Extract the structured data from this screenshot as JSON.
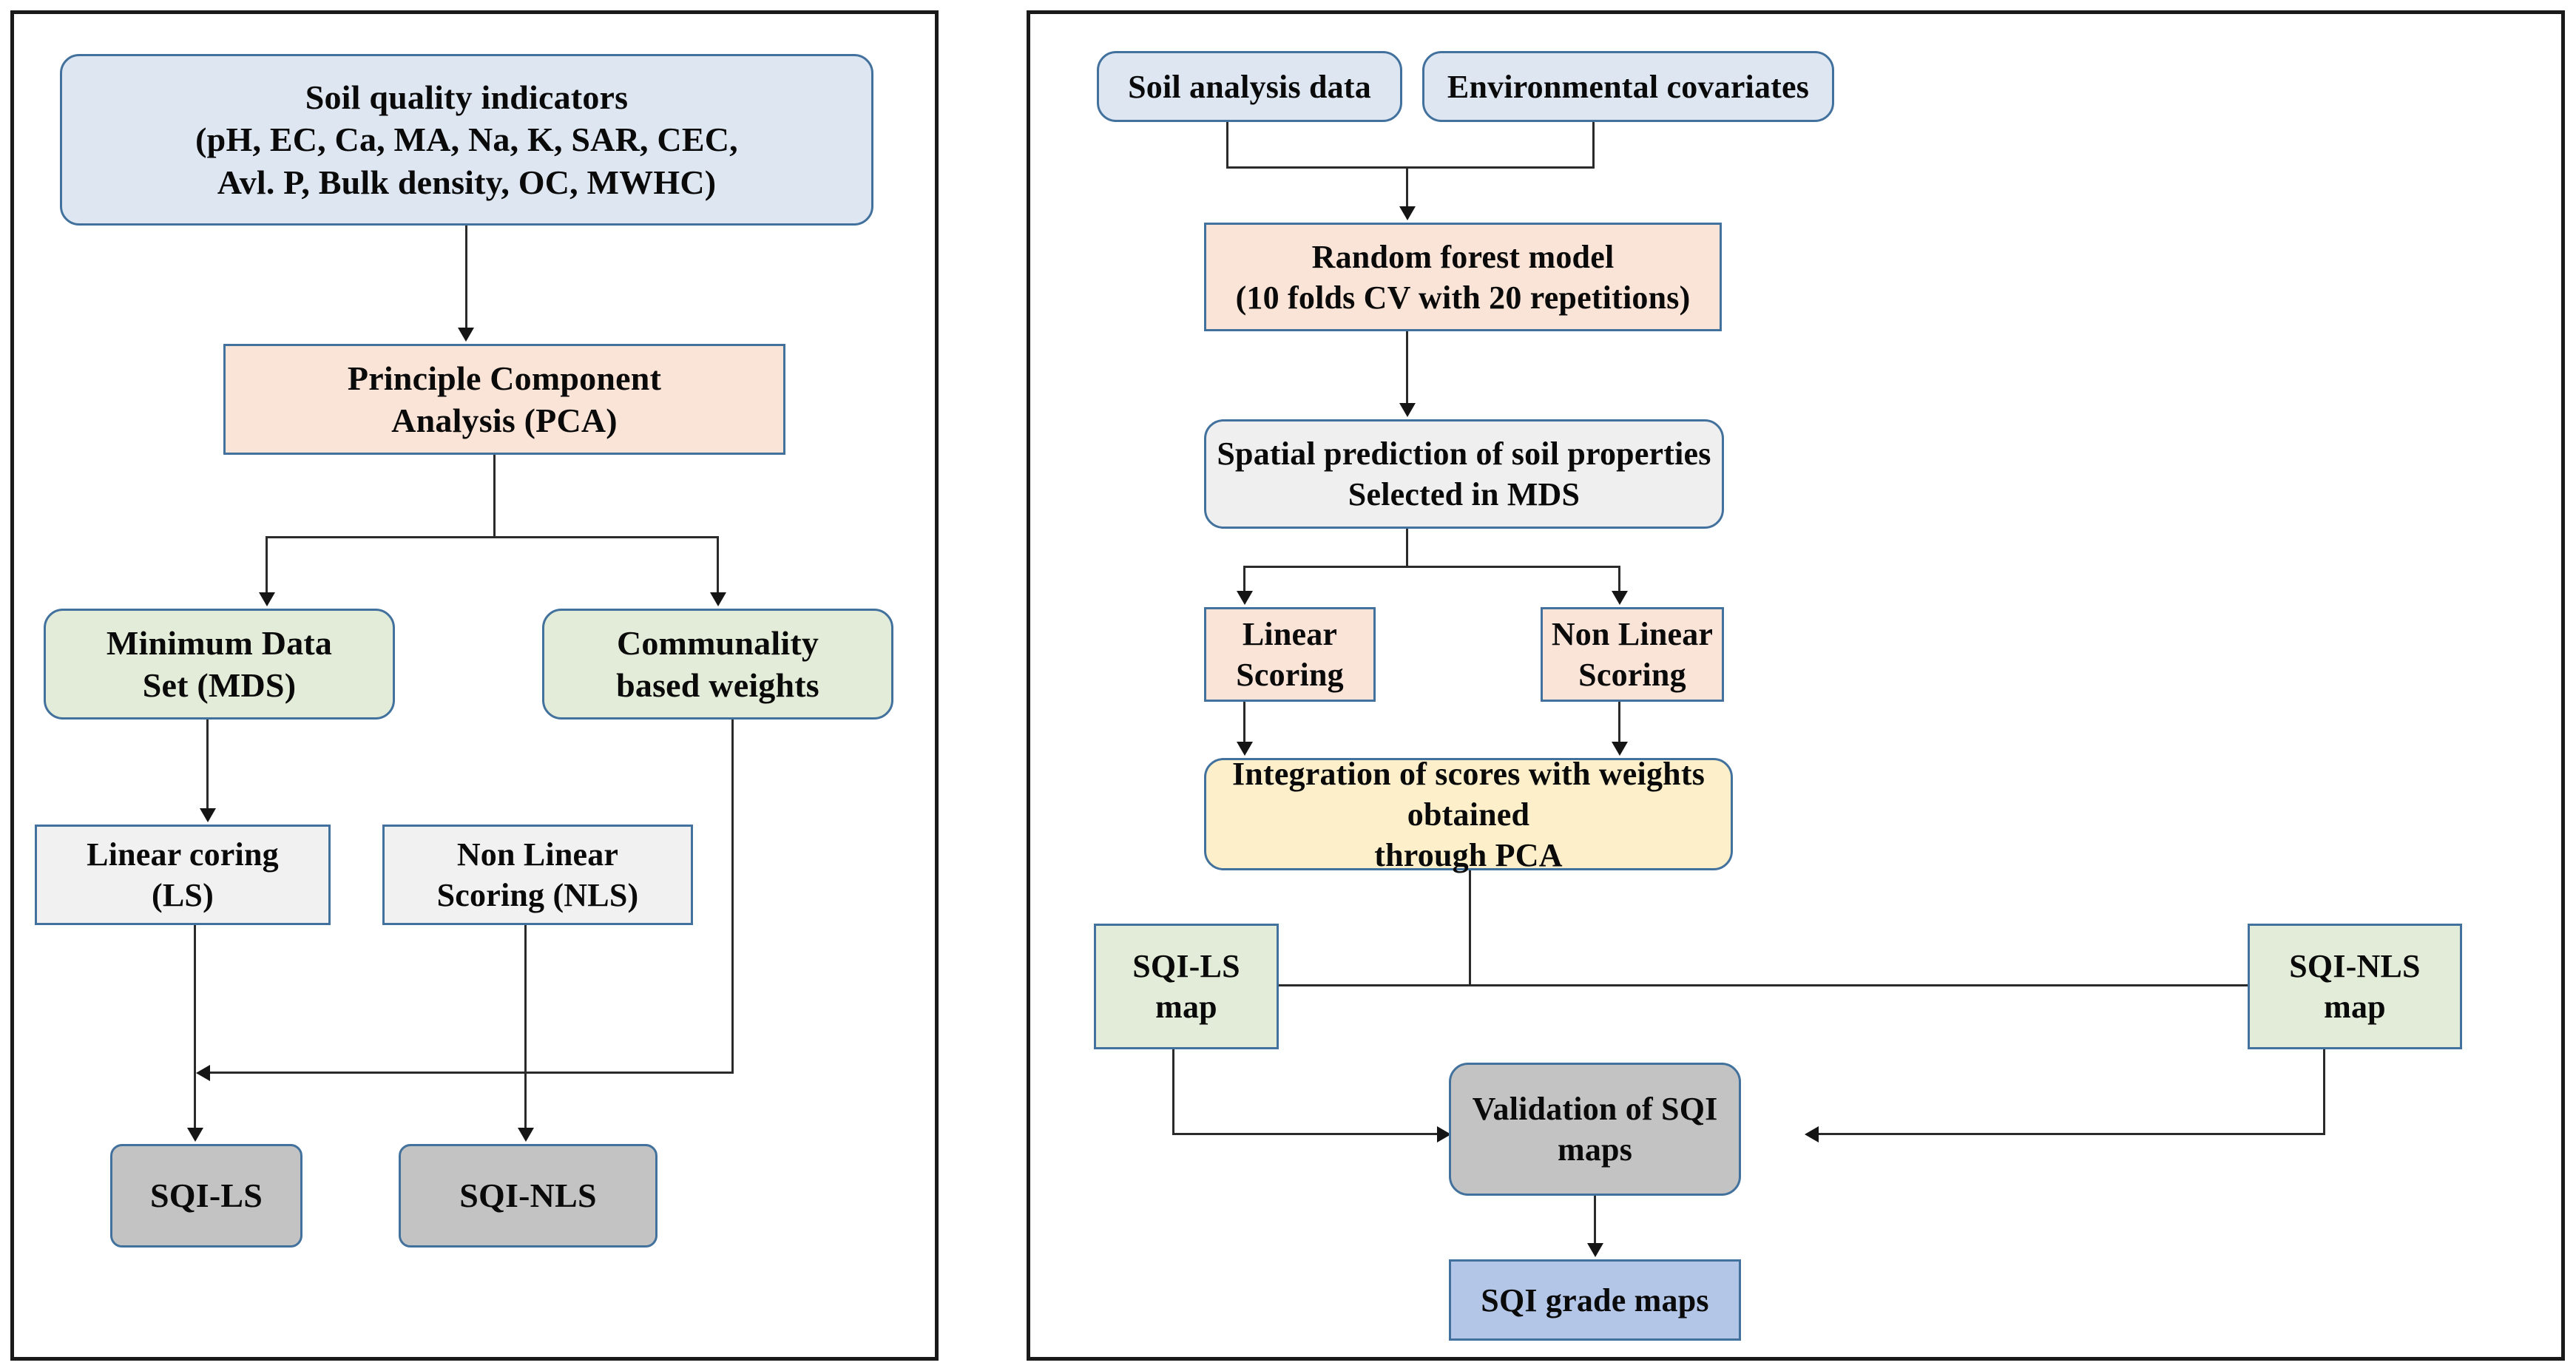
{
  "figure": {
    "type": "flowchart",
    "panels": [
      {
        "id": "left",
        "name": "indicator-selection-and-weighting-workflow",
        "nodes": [
          {
            "id": "soil-quality-indicators",
            "label": "Soil quality indicators\n(pH, EC, Ca, MA, Na, K, SAR, CEC,\nAvl. P, Bulk density, OC, MWHC)",
            "line1": "Soil quality indicators",
            "line2": "(pH, EC, Ca, MA, Na, K, SAR, CEC,",
            "line3": "Avl. P, Bulk density, OC, MWHC)",
            "fill": "#dee6f2",
            "border": "#41719c",
            "shape": "rounded-rect"
          },
          {
            "id": "pca",
            "line1": "Principle Component",
            "line2": "Analysis (PCA)",
            "fill": "#fae3d7",
            "border": "#41719c",
            "shape": "rect"
          },
          {
            "id": "mds",
            "line1": "Minimum Data",
            "line2": "Set (MDS)",
            "fill": "#e3ecd8",
            "border": "#41719c",
            "shape": "rounded-rect"
          },
          {
            "id": "communality-weights",
            "line1": "Communality",
            "line2": "based weights",
            "fill": "#e3ecd8",
            "border": "#41719c",
            "shape": "rounded-rect"
          },
          {
            "id": "linear-scoring",
            "line1": "Linear coring",
            "line2": "(LS)",
            "fill": "#f1f1f1",
            "border": "#41719c",
            "shape": "rect"
          },
          {
            "id": "non-linear-scoring",
            "line1": "Non Linear",
            "line2": "Scoring (NLS)",
            "fill": "#f1f1f1",
            "border": "#41719c",
            "shape": "rect"
          },
          {
            "id": "sqi-ls",
            "line1": "SQI-LS",
            "fill": "#c3c3c3",
            "border": "#41719c",
            "shape": "rounded-rect"
          },
          {
            "id": "sqi-nls",
            "line1": "SQI-NLS",
            "fill": "#c3c3c3",
            "border": "#41719c",
            "shape": "rounded-rect"
          }
        ],
        "edges": [
          {
            "from": "soil-quality-indicators",
            "to": "pca",
            "style": "arrow-down"
          },
          {
            "from": "pca",
            "to": "mds",
            "style": "split-arrow-down"
          },
          {
            "from": "pca",
            "to": "communality-weights",
            "style": "split-arrow-down"
          },
          {
            "from": "mds",
            "to": "linear-scoring",
            "style": "arrow-down"
          },
          {
            "from": "linear-scoring",
            "to": "sqi-ls",
            "style": "arrow-down"
          },
          {
            "from": "non-linear-scoring",
            "to": "sqi-nls",
            "style": "arrow-down"
          },
          {
            "from": "communality-weights",
            "to": "sqi-ls-link",
            "style": "elbow-arrow-left"
          }
        ]
      },
      {
        "id": "right",
        "name": "spatial-prediction-and-sqi-mapping-workflow",
        "nodes": [
          {
            "id": "soil-analysis-data",
            "line1": "Soil analysis data",
            "fill": "#dee6f2",
            "border": "#41719c",
            "shape": "rounded-rect"
          },
          {
            "id": "environmental-covariates",
            "line1": "Environmental covariates",
            "fill": "#dee6f2",
            "border": "#41719c",
            "shape": "rounded-rect"
          },
          {
            "id": "random-forest-model",
            "line1": "Random forest model",
            "line2": "(10 folds CV with 20 repetitions)",
            "fill": "#fae3d7",
            "border": "#41719c",
            "shape": "rect"
          },
          {
            "id": "spatial-prediction",
            "line1": "Spatial prediction of soil properties",
            "line2": "Selected in MDS",
            "fill": "#efefef",
            "border": "#41719c",
            "shape": "rounded-rect"
          },
          {
            "id": "linear-scoring",
            "line1": "Linear",
            "line2": "Scoring",
            "fill": "#fae3d7",
            "border": "#41719c",
            "shape": "rect"
          },
          {
            "id": "non-linear-scoring",
            "line1": "Non Linear",
            "line2": "Scoring",
            "fill": "#fae3d7",
            "border": "#41719c",
            "shape": "rect"
          },
          {
            "id": "integration-of-scores",
            "line1": "Integration of scores with weights obtained",
            "line2": "through PCA",
            "fill": "#fcefca",
            "border": "#41719c",
            "shape": "rounded-rect"
          },
          {
            "id": "sqi-ls-map",
            "line1": "SQI-LS map",
            "fill": "#e3ecd8",
            "border": "#41719c",
            "shape": "rect"
          },
          {
            "id": "sqi-nls-map",
            "line1": "SQI-NLS map",
            "fill": "#e3ecd8",
            "border": "#41719c",
            "shape": "rect"
          },
          {
            "id": "validation-of-sqi-maps",
            "line1": "Validation of SQI",
            "line2": "maps",
            "fill": "#c3c3c3",
            "border": "#41719c",
            "shape": "rounded-rect"
          },
          {
            "id": "sqi-grade-maps",
            "line1": "SQI grade maps",
            "fill": "#b3c6e7",
            "border": "#41719c",
            "shape": "rect"
          }
        ],
        "edges": [
          {
            "from": "soil-analysis-data",
            "to": "random-forest-model",
            "style": "merge-arrow-down"
          },
          {
            "from": "environmental-covariates",
            "to": "random-forest-model",
            "style": "merge-arrow-down"
          },
          {
            "from": "random-forest-model",
            "to": "spatial-prediction",
            "style": "arrow-down"
          },
          {
            "from": "spatial-prediction",
            "to": "linear-scoring",
            "style": "split-arrow-down"
          },
          {
            "from": "spatial-prediction",
            "to": "non-linear-scoring",
            "style": "split-arrow-down"
          },
          {
            "from": "linear-scoring",
            "to": "integration-of-scores",
            "style": "arrow-down"
          },
          {
            "from": "non-linear-scoring",
            "to": "integration-of-scores",
            "style": "arrow-down"
          },
          {
            "from": "integration-of-scores",
            "to": "sqi-ls-map",
            "style": "arrow-left"
          },
          {
            "from": "integration-of-scores",
            "to": "sqi-nls-map",
            "style": "arrow-right"
          },
          {
            "from": "sqi-ls-map",
            "to": "validation-of-sqi-maps",
            "style": "elbow-arrow-right"
          },
          {
            "from": "sqi-nls-map",
            "to": "validation-of-sqi-maps",
            "style": "elbow-arrow-left"
          },
          {
            "from": "validation-of-sqi-maps",
            "to": "sqi-grade-maps",
            "style": "arrow-down"
          }
        ]
      }
    ]
  },
  "colors": {
    "panel_border": "#1a1a1a",
    "node_border": "#41719c",
    "connector": "#2b2b2b",
    "text": "#0a0a0a",
    "fill_blue": "#dee6f2",
    "fill_peach": "#fae3d7",
    "fill_green": "#e3ecd8",
    "fill_light_grey": "#f1f1f1",
    "fill_dark_grey": "#c3c3c3",
    "fill_yellow": "#fcefca",
    "fill_mid_blue": "#b3c6e7"
  }
}
